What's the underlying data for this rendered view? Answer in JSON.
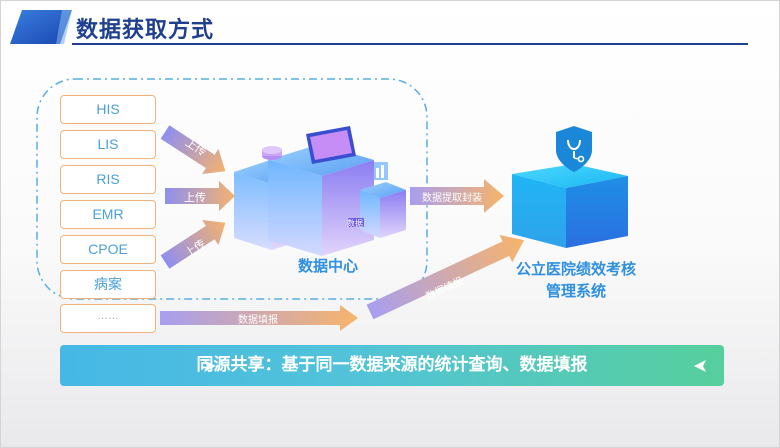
{
  "title": "数据获取方式",
  "sources": [
    "HIS",
    "LIS",
    "RIS",
    "EMR",
    "CPOE",
    "病案",
    "……"
  ],
  "arrow_labels": {
    "upload": "上传",
    "extract_encapsulate": "数据提取封装",
    "fill_report": "数据填报"
  },
  "center": {
    "label": "数据中心",
    "server_tag": "数据"
  },
  "target": {
    "line1": "公立医院绩效考核",
    "line2": "管理系统"
  },
  "banner": {
    "text": "同源共享：基于同一数据来源的统计查询、数据填报"
  },
  "colors": {
    "title": "#1f3f8f",
    "source_border": "#f0b27a",
    "source_text": "#4aa0d8",
    "label_blue": "#2f8fe0",
    "banner_start": "#46b8e6",
    "banner_end": "#57cf9d"
  },
  "icons": [
    "title-decoration",
    "database-server-illustration",
    "stethoscope-shield-icon",
    "blue-cube"
  ]
}
